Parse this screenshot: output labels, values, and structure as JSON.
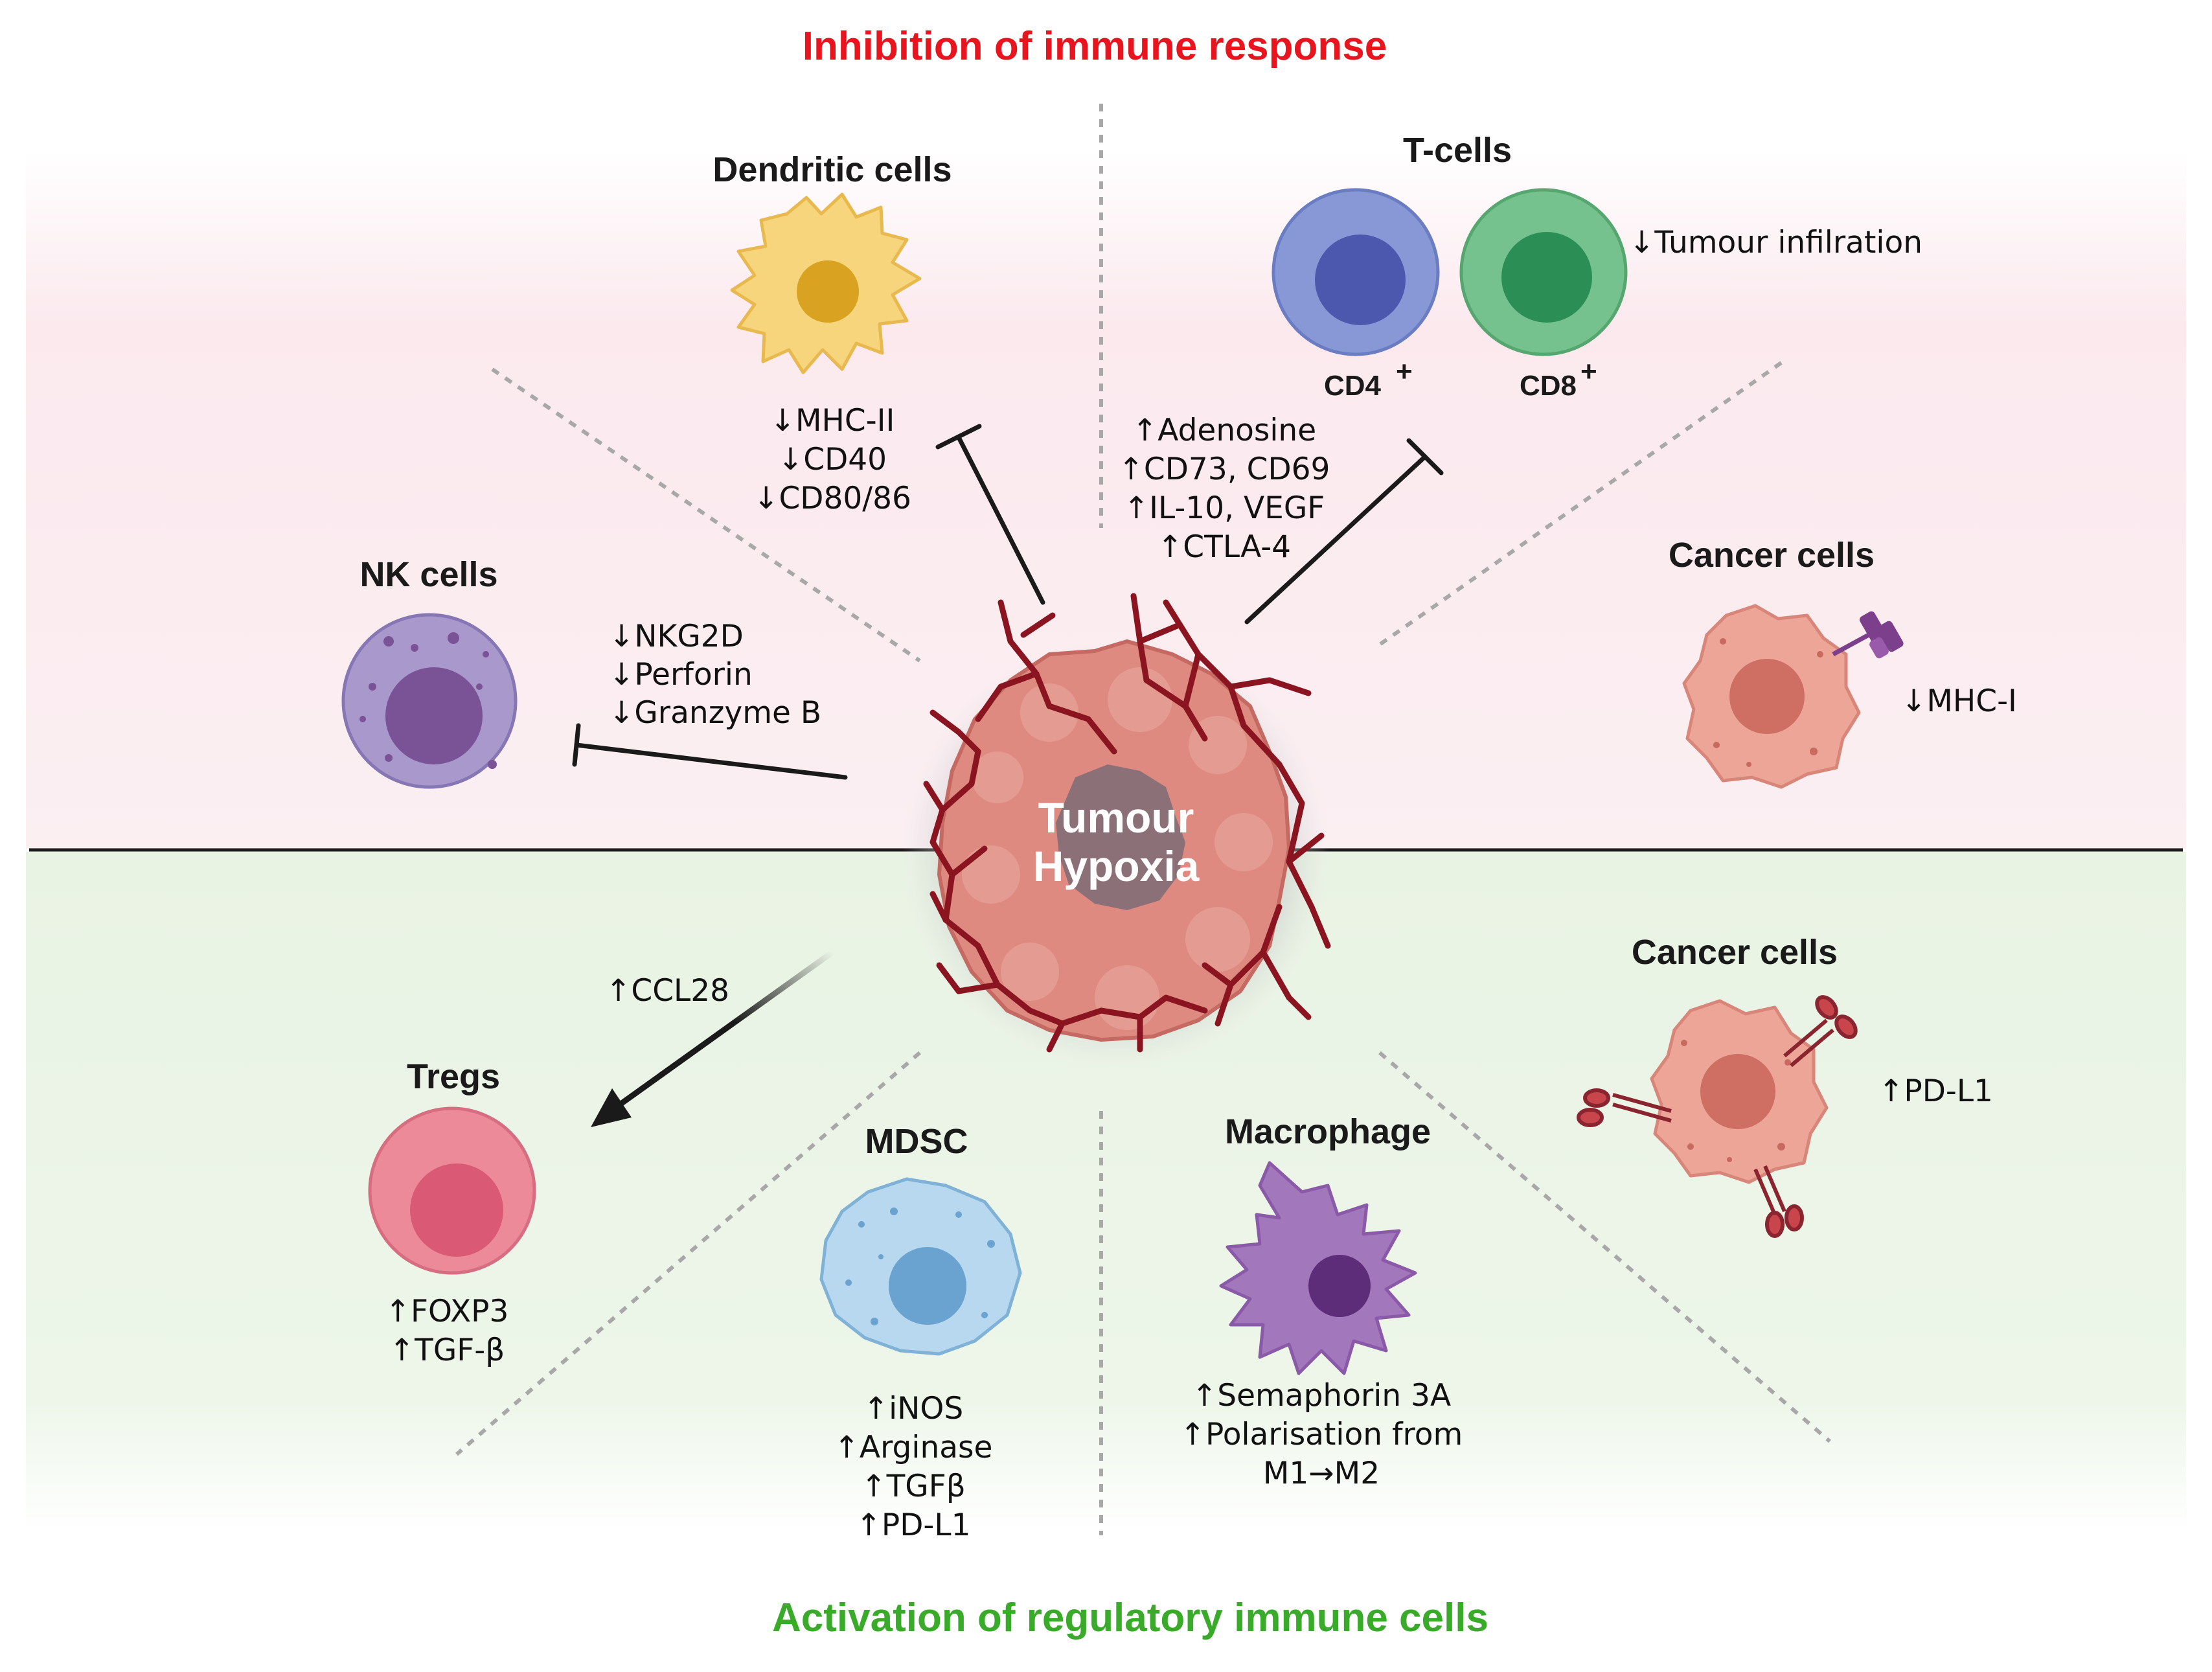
{
  "titles": {
    "top": "Inhibition of immune response",
    "bottom": "Activation of regulatory immune cells"
  },
  "center": {
    "line1": "Tumour",
    "line2": "Hypoxia"
  },
  "dendritic": {
    "title": "Dendritic cells",
    "effects": [
      "↓MHC-II",
      "↓CD40",
      "↓CD80/86"
    ]
  },
  "tcells": {
    "title": "T-cells",
    "cd4": "CD4",
    "cd8": "CD8",
    "sup": "+",
    "infiltration": "↓Tumour infilration",
    "effects": [
      "↑Adenosine",
      "↑CD73, CD69",
      "↑IL-10, VEGF",
      "↑CTLA-4"
    ]
  },
  "nk": {
    "title": "NK cells",
    "effects": [
      "↓NKG2D",
      "↓Perforin",
      "↓Granzyme B"
    ]
  },
  "cancer_top": {
    "title": "Cancer cells",
    "effect": "↓MHC-I"
  },
  "cancer_bottom": {
    "title": "Cancer cells",
    "effect": "↑PD-L1"
  },
  "tregs": {
    "title": "Tregs",
    "ccl": "↑CCL28",
    "effects": [
      "↑FOXP3",
      "↑TGF-β"
    ]
  },
  "mdsc": {
    "title": "MDSC",
    "effects": [
      "↑iNOS",
      "↑Arginase",
      "↑TGFβ",
      "↑PD-L1"
    ]
  },
  "macrophage": {
    "title": "Macrophage",
    "effects": [
      "↑Semaphorin 3A",
      "↑Polarisation from",
      "M1→M2"
    ]
  },
  "colors": {
    "top_title": "#e8141e",
    "bottom_title": "#3aaa2a",
    "top_band": "#fbe9ee",
    "bottom_band": "#eaf4e6",
    "tumour": "#de8a80",
    "vessel": "#8a1420",
    "dendritic": "#f6d57c",
    "cd4": "#8898d6",
    "cd8": "#76c28e",
    "nk": "#a898cc",
    "cancer": "#eda598",
    "treg": "#ec8a9a",
    "mdsc": "#b7d8ee",
    "macrophage": "#a277bc"
  },
  "icons": [
    "dendritic-cell-icon",
    "cd4-tcell-icon",
    "cd8-tcell-icon",
    "nk-cell-icon",
    "cancer-cell-icon",
    "mhc-i-receptor-icon",
    "pd-l1-receptor-icon",
    "treg-cell-icon",
    "mdsc-cell-icon",
    "macrophage-icon",
    "tumour-icon",
    "inhibition-arrow-icon",
    "activation-arrow-icon"
  ]
}
